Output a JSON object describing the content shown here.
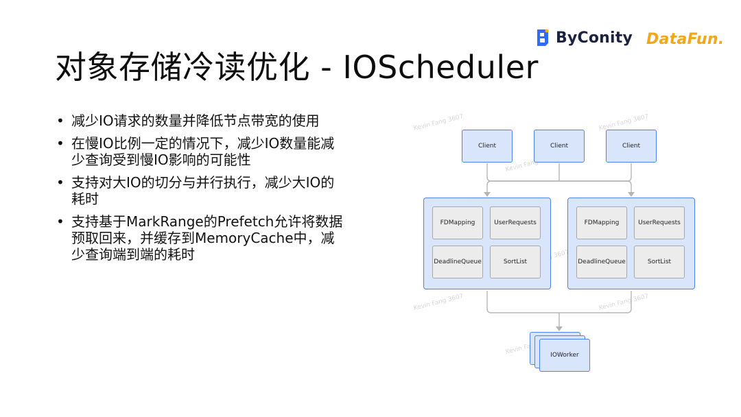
{
  "logos": {
    "byconity": "ByConity",
    "datafun": "DataFun."
  },
  "title": "对象存储冷读优化 - IOScheduler",
  "bullets": [
    "减少IO请求的数量并降低节点带宽的使用",
    "在慢IO比例一定的情况下，减少IO数量能减少查询受到慢IO影响的可能性",
    "支持对大IO的切分与并行执行，减少大IO的耗时",
    "支持基于MarkRange的Prefetch允许将数据预取回来，并缓存到MemoryCache中，减少查询端到端的耗时"
  ],
  "diagram": {
    "clients": [
      "Client",
      "Client",
      "Client"
    ],
    "groups": [
      {
        "items": [
          "FDMapping",
          "UserRequests",
          "DeadlineQueue",
          "SortList"
        ]
      },
      {
        "items": [
          "FDMapping",
          "UserRequests",
          "DeadlineQueue",
          "SortList"
        ]
      }
    ],
    "worker": "IOWorker",
    "watermark": "Kevin Fang 3607",
    "colors": {
      "node_fill": "#d9e5fb",
      "node_border": "#4d82ee",
      "inner_fill": "#ececec",
      "inner_border": "#a7a7a7",
      "edge": "#b5b5b5"
    }
  }
}
